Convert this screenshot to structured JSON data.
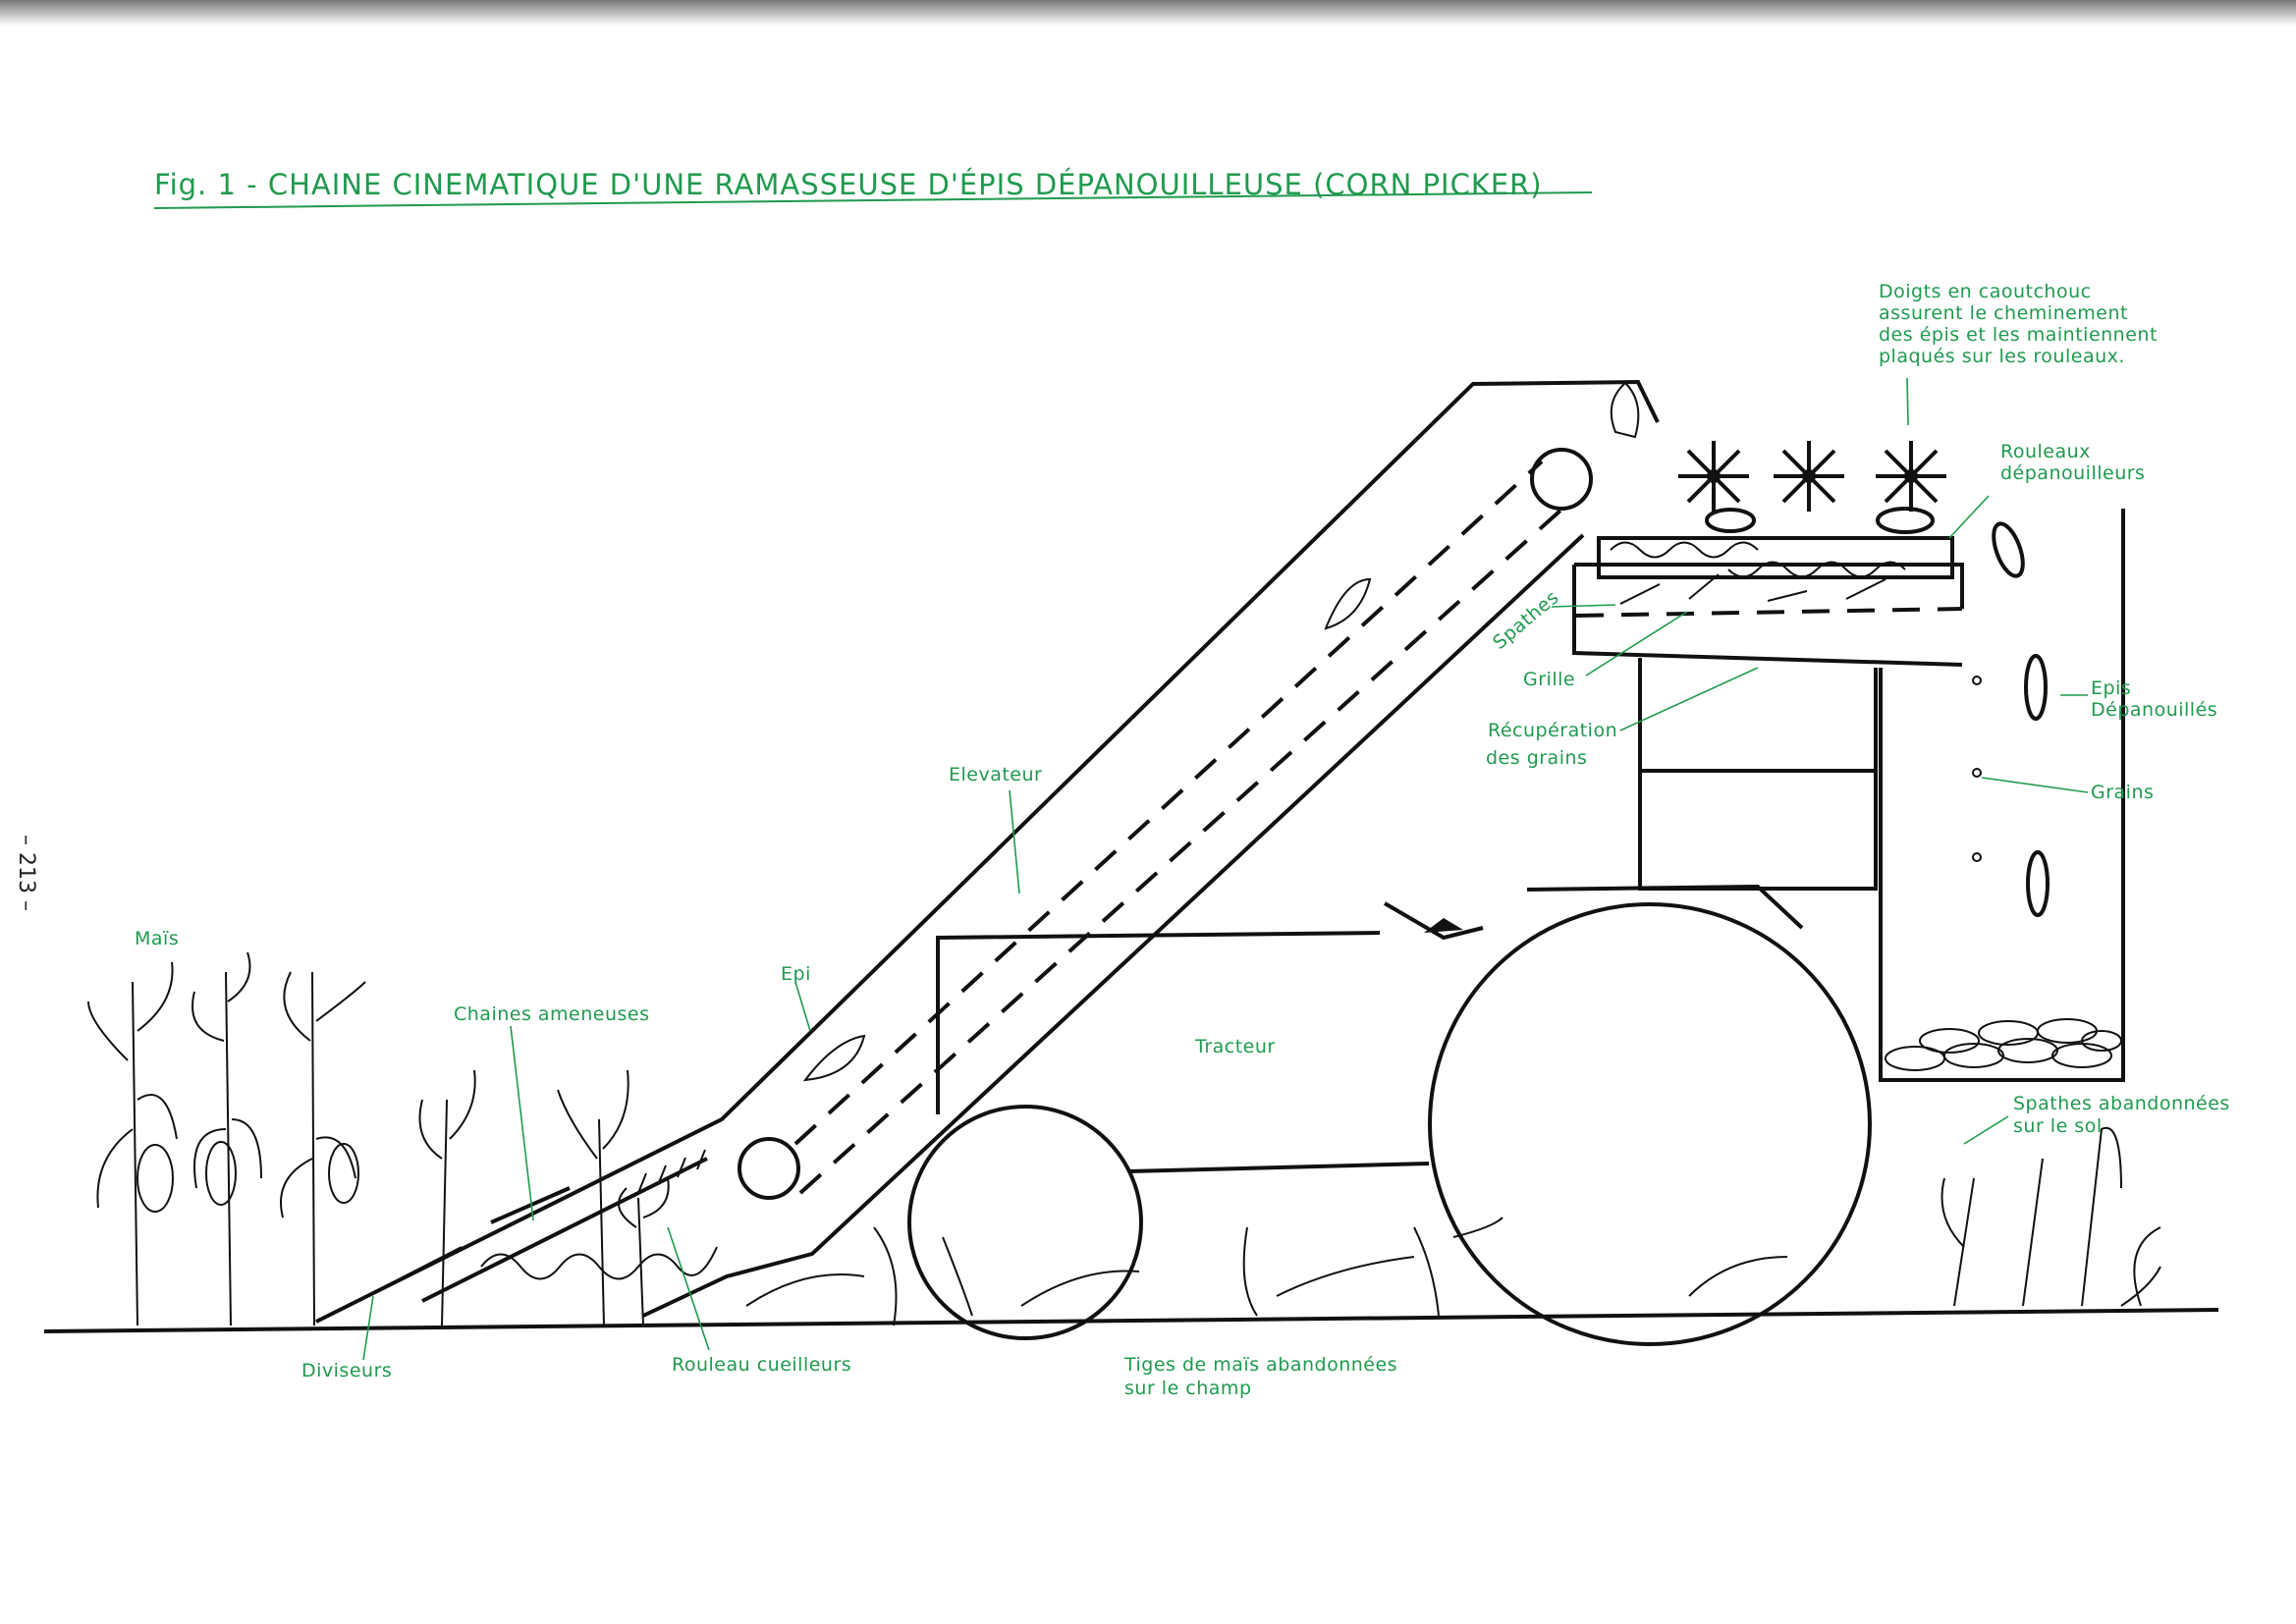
{
  "figure": {
    "title": "Fig. 1  -  CHAINE CINEMATIQUE D'UNE RAMASSEUSE D'ÉPIS DÉPANOUILLEUSE (CORN PICKER)",
    "page_number": "– 213 –",
    "accent_color": "#1f9a4e",
    "labels": {
      "doigts": [
        "Doigts en caoutchouc",
        "assurent le cheminement",
        "des épis et les maintiennent",
        "plaqués sur les rouleaux."
      ],
      "rouleaux_dep": [
        "Rouleaux",
        "dépanouilleurs"
      ],
      "spathes": "Spathes",
      "grille": "Grille",
      "recuperation": [
        "Récupération",
        "des grains"
      ],
      "epis_dep": [
        "Epis",
        "Dépanouillés"
      ],
      "grains": "Grains",
      "elevateur": "Elevateur",
      "epi": "Epi",
      "tracteur": "Tracteur",
      "chaines": "Chaines ameneuses",
      "mais": "Maïs",
      "diviseurs": "Diviseurs",
      "rouleau_cueilleurs": "Rouleau cueilleurs",
      "tiges": [
        "Tiges de maïs abandonnées",
        "sur le champ"
      ],
      "spathes_ab": [
        "Spathes abandonnées",
        "sur le sol"
      ]
    }
  }
}
